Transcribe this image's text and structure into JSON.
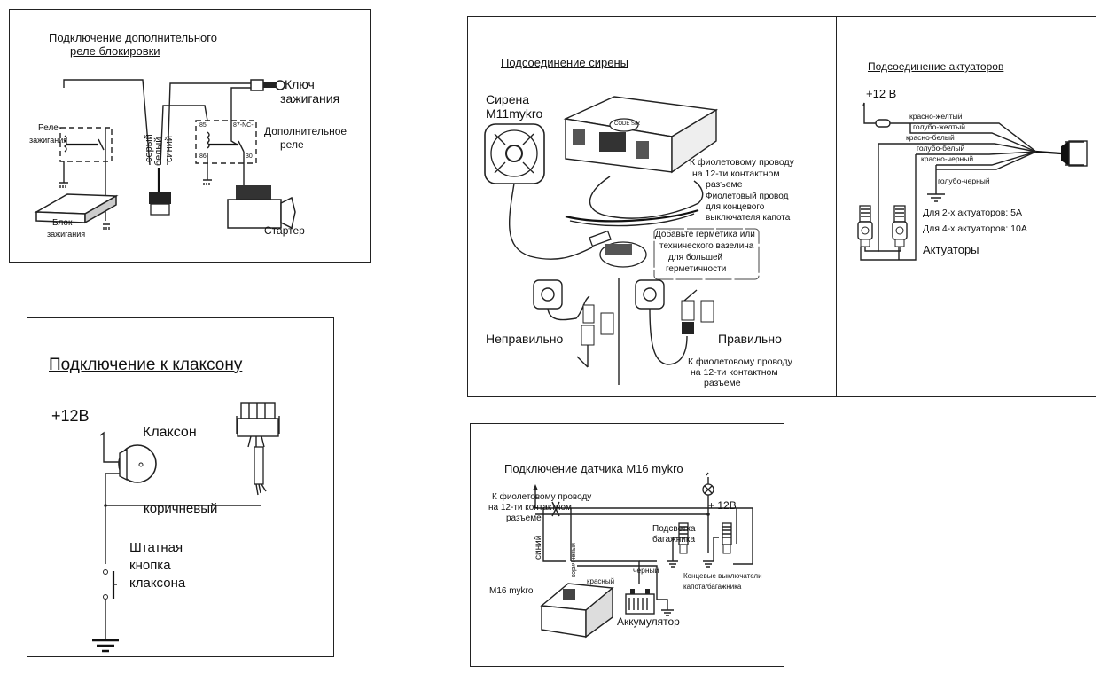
{
  "panels": {
    "relay": {
      "title_line1": "Подключение дополнительного",
      "title_line2": "реле блокировки",
      "key_line1": "Ключ",
      "key_line2": "зажигания",
      "ignition_relay_line1": "Реле",
      "ignition_relay_line2": "зажигания",
      "wire_gray": "серый",
      "wire_white": "белый",
      "wire_blue": "синий",
      "pin85": "85",
      "pin86": "86",
      "pin87": "87-NC-",
      "pin30": "30",
      "extra_relay_line1": "Дополнительное",
      "extra_relay_line2": "реле",
      "ignition_block_line1": "Блок",
      "ignition_block_line2": "зажигания",
      "starter": "Стартер"
    },
    "horn": {
      "title": "Подключение к клаксону",
      "voltage": "+12В",
      "horn_label": "Клаксон",
      "wire_brown": "коричневый",
      "button_line1": "Штатная",
      "button_line2": "кнопка",
      "button_line3": "клаксона"
    },
    "siren": {
      "title": "Подсоединение сирены",
      "siren_line1": "Сирена",
      "siren_line2": "M11mykro",
      "code_sir": "CODE SIR",
      "violet_note_line1": "К фиолетовому проводу",
      "violet_note_line2": "на 12-ти  контактном",
      "violet_note_line3": "разъеме",
      "hood_wire_line1": "Фиолетовый провод",
      "hood_wire_line2": "для концевого",
      "hood_wire_line3": "выключателя капота",
      "sealant_line1": "Добавьте герметика или",
      "sealant_line2": "технического вазелина",
      "sealant_line3": "для большей",
      "sealant_line4": "герметичности",
      "wrong": "Неправильно",
      "right": "Правильно",
      "bottom_note_line1": "К фиолетовому проводу",
      "bottom_note_line2": "на 12-ти  контактном",
      "bottom_note_line3": "разъеме"
    },
    "actuators": {
      "title": "Подсоединение актуаторов",
      "voltage": "+12 В",
      "wires": [
        "красно-желтый",
        "голубо-желтый",
        "красно-белый",
        "голубо-белый",
        "красно-черный",
        "голубо-черный"
      ],
      "fuse_2": "Для 2-х актуаторов: 5А",
      "fuse_4": "Для 4-х актуаторов: 10А",
      "label": "Актуаторы"
    },
    "sensor": {
      "title": "Подключение датчика M16 mykro",
      "violet_line1": "К фиолетовому проводу",
      "violet_line2": "на 12-ти  контактном",
      "violet_line3": "разъеме",
      "voltage": "+  12В",
      "trunk_light_line1": "Подсветка",
      "trunk_light_line2": "багажника",
      "wire_blue": "синий",
      "wire_brown": "коричневый",
      "wire_black": "черный",
      "wire_red": "красный",
      "device": "M16 mykro",
      "battery": "Аккумулятор",
      "switches_line1": "Концевые выключатели",
      "switches_line2": "капота/багажника"
    }
  }
}
